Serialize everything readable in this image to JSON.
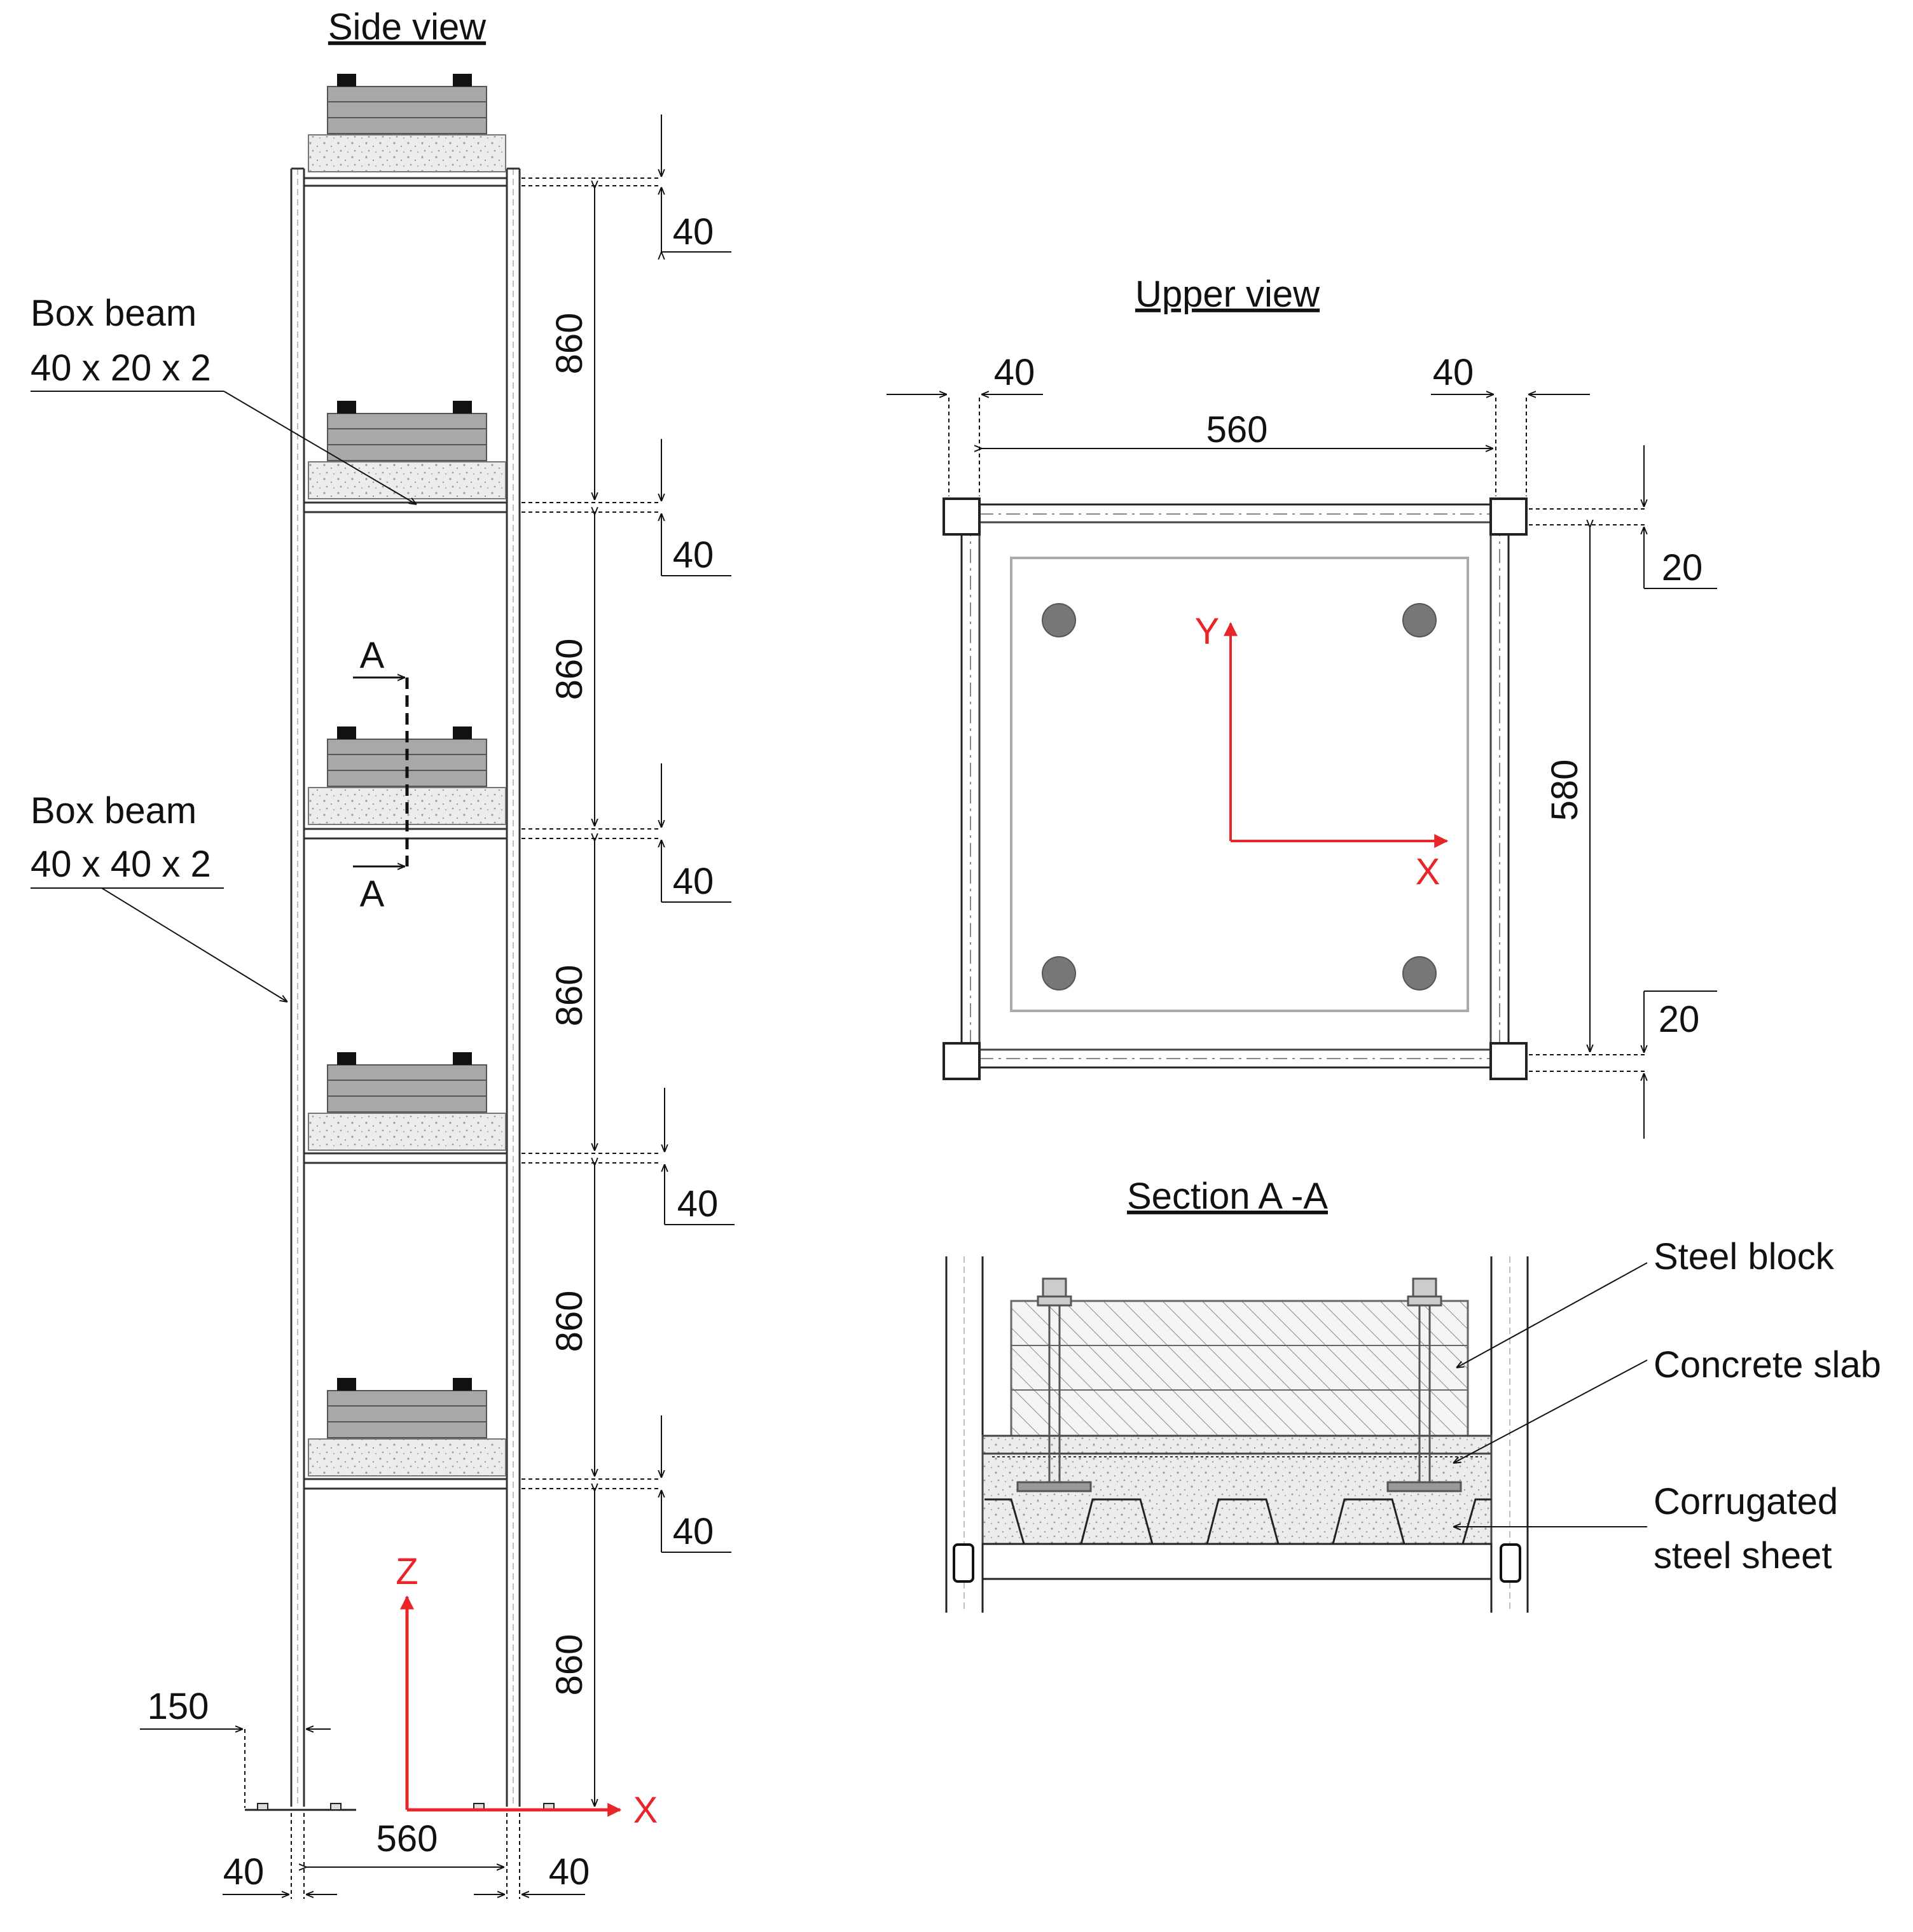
{
  "views": {
    "side": {
      "title": "Side view"
    },
    "upper": {
      "title": "Upper view"
    },
    "section": {
      "title": "Section A -A"
    }
  },
  "labels": {
    "box_beam_1": {
      "line1": "Box beam",
      "line2": "40 x 20 x 2"
    },
    "box_beam_2": {
      "line1": "Box beam",
      "line2": "40 x 40 x 2"
    },
    "section_mark": "A",
    "steel_block": "Steel block",
    "concrete_slab": "Concrete slab",
    "corrugated_1": "Corrugated",
    "corrugated_2": "steel sheet"
  },
  "dimensions": {
    "side": {
      "floor_thickness": "40",
      "storey_height": "860",
      "column_width": "40",
      "width": "560",
      "base_plate": "150"
    },
    "upper": {
      "column_left": "40",
      "column_right": "40",
      "width": "560",
      "depth": "580",
      "offset_top": "20",
      "offset_bottom": "20"
    }
  },
  "axes": {
    "x": "X",
    "y": "Y",
    "z": "Z",
    "color": "#e8262a"
  },
  "colors": {
    "line": "#1a1a1a",
    "steel_block": "#a8a8a8",
    "block_dark": "#555555",
    "concrete": "#e4e4e4",
    "column_bolt": "#777777"
  }
}
